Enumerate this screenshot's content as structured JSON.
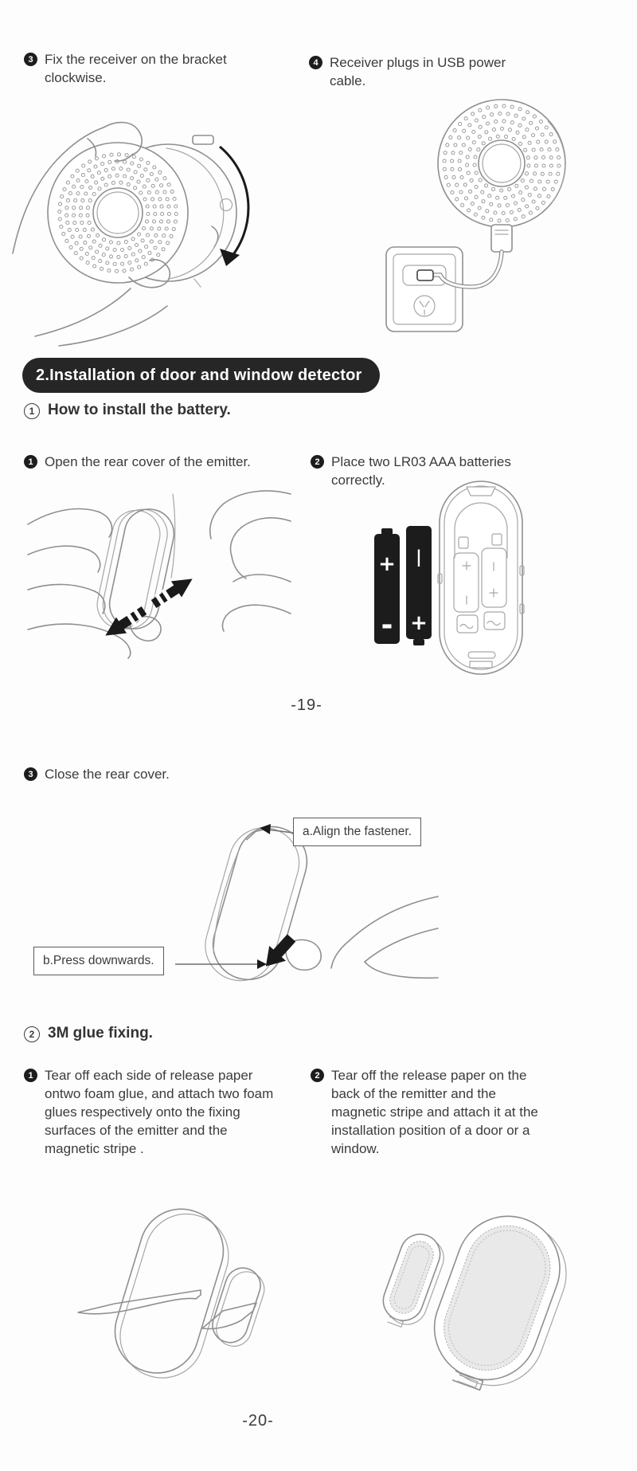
{
  "colors": {
    "banner_bg": "#262626",
    "banner_text": "#ffffff",
    "body_text": "#3b3b3b",
    "line_art": "#8f8f8f",
    "arrow_black": "#1a1a1a",
    "glue_pad_fill": "#e9e9e9"
  },
  "receiver_section": {
    "step_fix": {
      "num": "3",
      "text": "Fix the receiver on the bracket clockwise."
    },
    "step_plug": {
      "num": "4",
      "text": "Receiver plugs in USB power cable."
    }
  },
  "banner": {
    "title": "2.Installation of door and window detector"
  },
  "battery_section": {
    "heading": {
      "num": "1",
      "text": "How to install the battery."
    },
    "step_open": {
      "num": "1",
      "text": "Open the rear cover of the emitter."
    },
    "step_place": {
      "num": "2",
      "text": "Place two LR03 AAA batteries correctly."
    },
    "step_close": {
      "num": "3",
      "text": "Close the rear cover."
    },
    "callout_align": "a.Align the fastener.",
    "callout_press": "b.Press downwards.",
    "battery_marks": {
      "left_top": "+",
      "left_bottom": "-",
      "right_top": "|",
      "right_bottom": "+"
    }
  },
  "glue_section": {
    "heading": {
      "num": "2",
      "text": "3M glue fixing."
    },
    "step_tear": {
      "num": "1",
      "text": "Tear off each side of release paper ontwo foam glue, and attach two foam glues respectively onto the fixing surfaces of the emitter and the magnetic stripe ."
    },
    "step_attach": {
      "num": "2",
      "text": "Tear off the release paper on the back of the remitter and the magnetic stripe and attach it at the installation position of a door or a window."
    }
  },
  "page_numbers": {
    "p19": "-19-",
    "p20": "-20-"
  }
}
